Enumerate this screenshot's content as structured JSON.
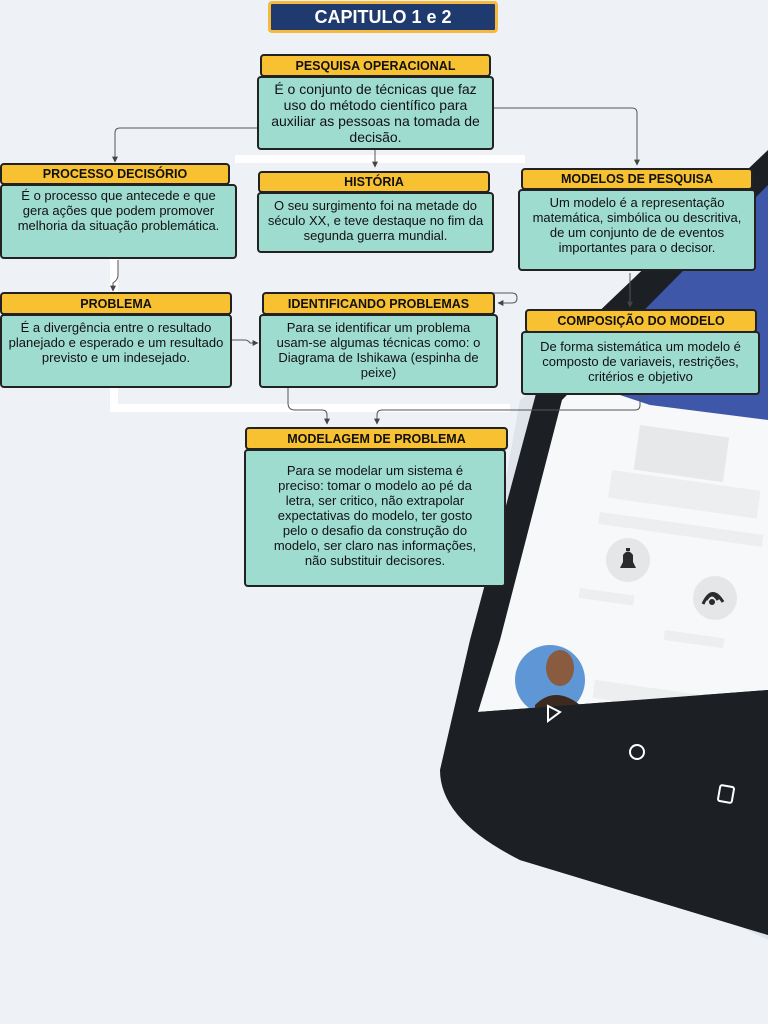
{
  "title": "CAPITULO 1 e 2",
  "nodes": {
    "pesquisa": {
      "header": "PESQUISA OPERACIONAL",
      "text": "É o conjunto de técnicas que faz uso do método científico para auxiliar as pessoas na tomada de decisão."
    },
    "processo": {
      "header": "PROCESSO DECISÓRIO",
      "text": "É o processo que antecede e que gera ações que podem promover melhoria da situação problemática."
    },
    "historia": {
      "header": "HISTÓRIA",
      "text": "O seu surgimento foi na metade do século XX, e teve destaque no fim da segunda guerra mundial."
    },
    "modelos": {
      "header": "MODELOS DE PESQUISA",
      "text": "Um modelo é a representação matemática, simbólica ou descritiva, de um conjunto de de eventos importantes para o decisor."
    },
    "problema": {
      "header": "PROBLEMA",
      "text": "É a divergência entre o resultado planejado e esperado e um resultado previsto e um indesejado."
    },
    "identificando": {
      "header": "IDENTIFICANDO PROBLEMAS",
      "text": "Para se identificar um problema usam-se algumas técnicas como: o Diagrama de Ishikawa (espinha de peixe)"
    },
    "composicao": {
      "header": "COMPOSIÇÃO DO MODELO",
      "text": "De forma sistemática um modelo é composto de variaveis, restrições, critérios e objetivo"
    },
    "modelagem": {
      "header": "MODELAGEM DE  PROBLEMA",
      "text": "Para se modelar um sistema é preciso: tomar o modelo ao pé da letra, ser critico, não extrapolar expectativas do modelo, ter gosto pelo o desafio da construção do modelo, ser claro nas informações, não substituir decisores."
    }
  },
  "phone": {
    "icons": [
      "bell-icon",
      "sound-icon",
      "back-icon",
      "home-icon",
      "recents-icon",
      "avatar"
    ],
    "colors": {
      "accent": "#3f57a8",
      "frame": "#1c1f23",
      "screen": "#f7f8f9"
    }
  }
}
